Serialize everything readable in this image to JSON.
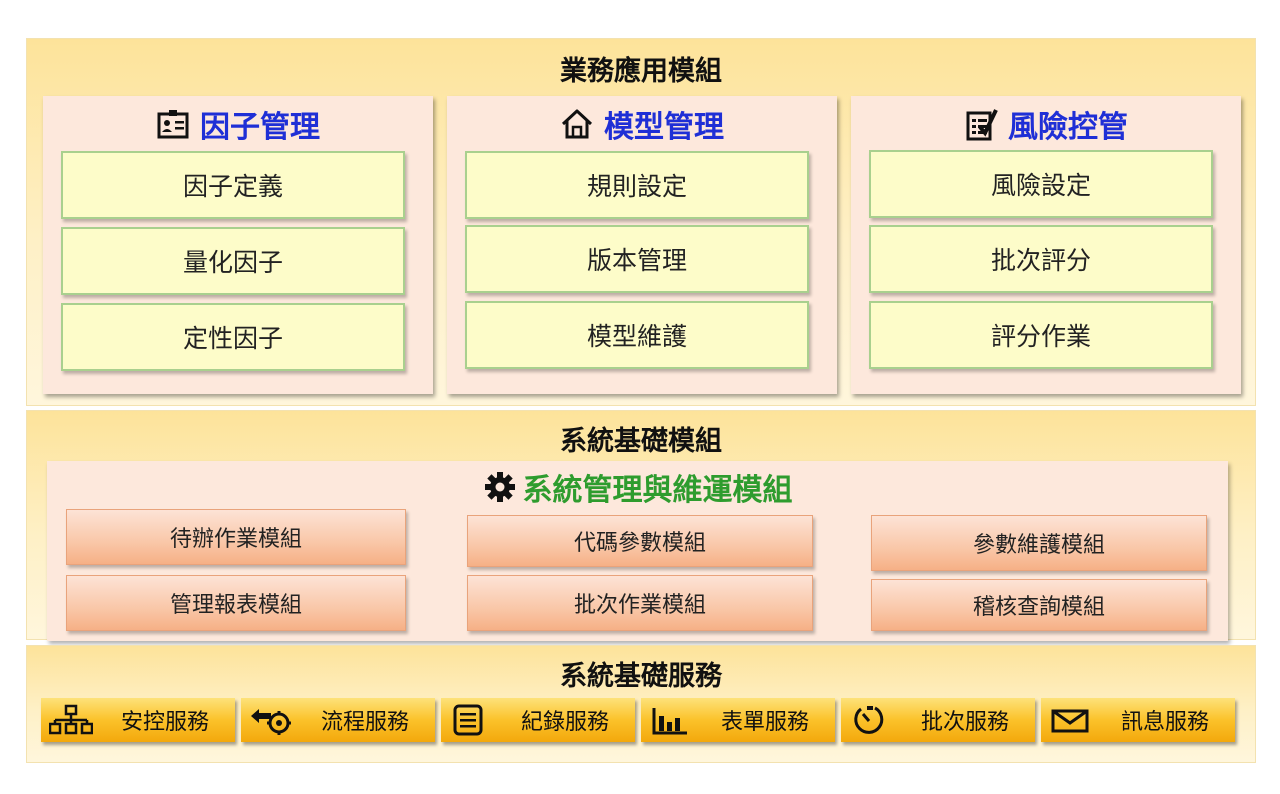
{
  "business": {
    "title": "業務應用模組",
    "panels": [
      {
        "title": "因子管理",
        "icon": "id-card-icon",
        "items": [
          "因子定義",
          "量化因子",
          "定性因子"
        ]
      },
      {
        "title": "模型管理",
        "icon": "home-icon",
        "items": [
          "規則設定",
          "版本管理",
          "模型維護"
        ]
      },
      {
        "title": "風險控管",
        "icon": "checklist-icon",
        "items": [
          "風險設定",
          "批次評分",
          "評分作業"
        ]
      }
    ]
  },
  "system": {
    "title": "系統基礎模組",
    "subtitle": "系統管理與維運模組",
    "subtitle_icon": "gear-icon",
    "columns": [
      [
        "待辦作業模組",
        "管理報表模組"
      ],
      [
        "代碼參數模組",
        "批次作業模組"
      ],
      [
        "參數維護模組",
        "稽核查詢模組"
      ]
    ]
  },
  "services": {
    "title": "系統基礎服務",
    "items": [
      {
        "label": "安控服務",
        "icon": "org-chart-icon"
      },
      {
        "label": "流程服務",
        "icon": "workflow-gear-icon"
      },
      {
        "label": "紀錄服務",
        "icon": "document-list-icon"
      },
      {
        "label": "表單服務",
        "icon": "bar-chart-icon"
      },
      {
        "label": "批次服務",
        "icon": "timer-icon"
      },
      {
        "label": "訊息服務",
        "icon": "envelope-icon"
      }
    ]
  },
  "colors": {
    "panel_title": "#1f2fd6",
    "subtitle": "#2e9c2e",
    "layer_bg": "#fde39a",
    "service_bg": "#fbc22a"
  }
}
